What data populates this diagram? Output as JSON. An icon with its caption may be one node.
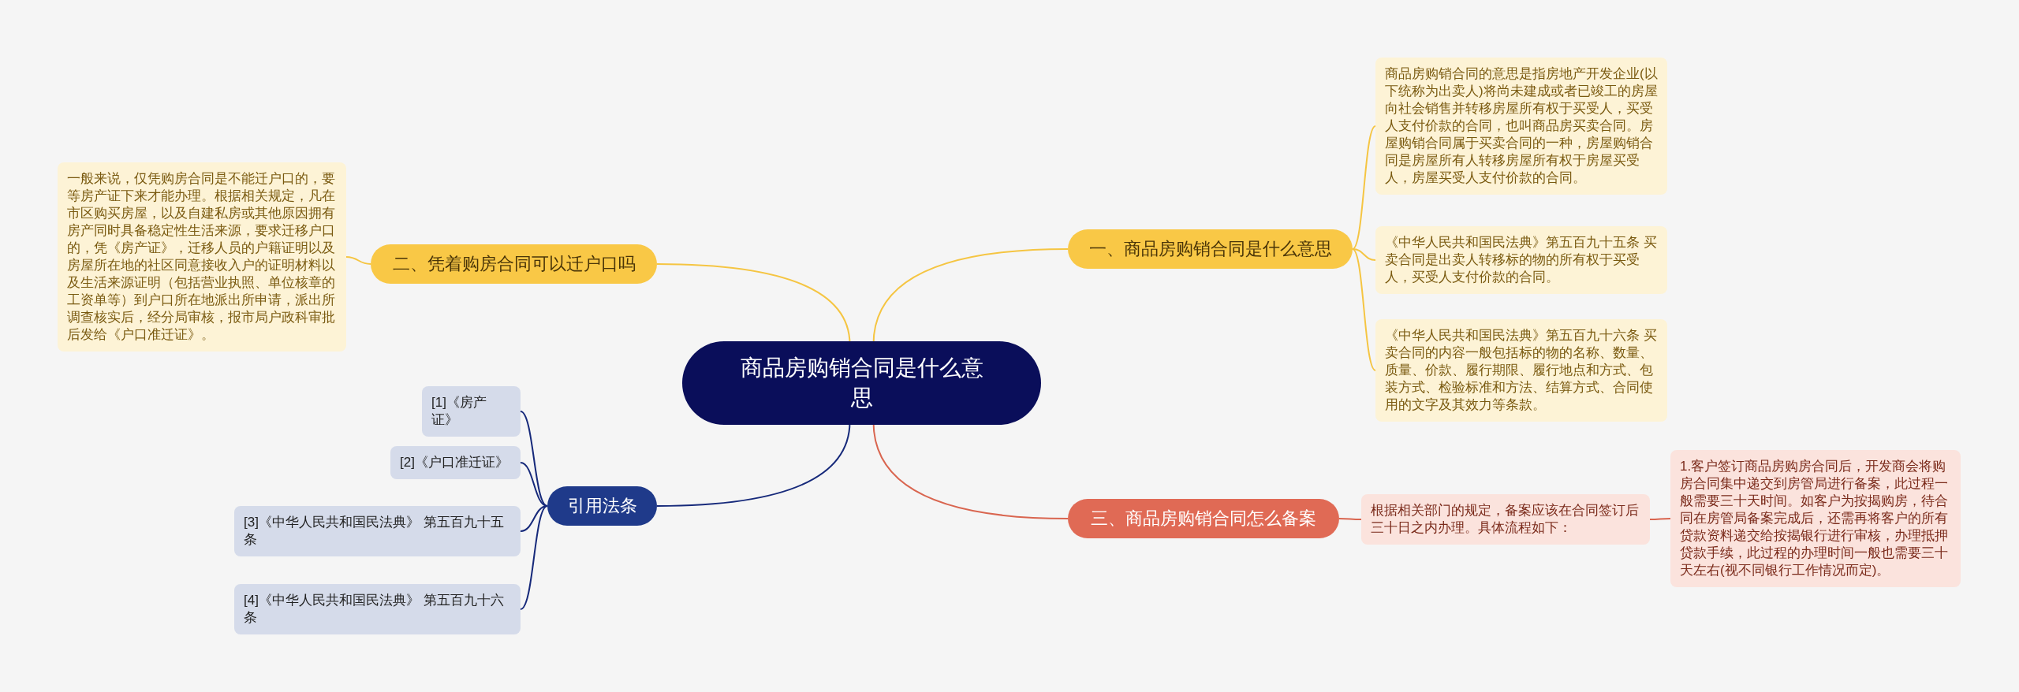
{
  "diagram": {
    "nodes": [
      {
        "text": [
          "商品房购销合同是什么意思"
        ]
      },
      {
        "text": [
          "二、凭着购房合同可以迁户口吗"
        ]
      },
      {
        "text": [
          "一般来说，仅凭购房合同是不能迁户口的，要等房产证下来才能办理。根据相关规定，凡在市区购买房屋，以及自建私房或其他原因拥有房产同时具备稳定性生活来源，要求迁移户口的，凭《房产证》，迁移人员的户籍证明以及房屋所在地的社区同意接收入户的证明材料以及生活来源证明（包括营业执照、单位核章的工资单等）到户口所在地派出所申请，派出所调查核实后，经分局审核，报市局户政科审批后发给《户口准迁证》。"
        ]
      },
      {
        "text": [
          "一、商品房购销合同是什么意思"
        ]
      },
      {
        "text": [
          "商品房购销合同的意思是指房地产开发企业(以下统称为出卖人)将尚未建成或者已竣工的房屋向社会销售并转移房屋所有权于买受人，买受人支付价款的合同，也叫商品房买卖合同。房屋购销合同属于买卖合同的一种，房屋购销合同是房屋所有人转移房屋所有权于房屋买受人，房屋买受人支付价款的合同。"
        ]
      },
      {
        "text": [
          "《中华人民共和国民法典》第五百九十五条 买卖合同是出卖人转移标的物的所有权于买受人，买受人支付价款的合同。"
        ]
      },
      {
        "text": [
          "《中华人民共和国民法典》第五百九十六条 买卖合同的内容一般包括标的物的名称、数量、质量、价款、履行期限、履行地点和方式、包装方式、检验标准和方法、结算方式、合同使用的文字及其效力等条款。"
        ]
      },
      {
        "text": [
          "引用法条"
        ]
      },
      {
        "text": [
          "[1]《房产证》"
        ]
      },
      {
        "text": [
          "[2]《户口准迁证》"
        ]
      },
      {
        "text": [
          "[3]《中华人民共和国民法典》 第五百九十五条"
        ]
      },
      {
        "text": [
          "[4]《中华人民共和国民法典》 第五百九十六条"
        ]
      },
      {
        "text": [
          "三、商品房购销合同怎么备案"
        ]
      },
      {
        "text": [
          "根据相关部门的规定，备案应该在合同签订后三十日之内办理。具体流程如下："
        ]
      },
      {
        "text": [
          "1.客户签订商品房购房合同后，开发商会将购房合同集中递交到房管局进行备案，此过程一般需要三十天时间。如客户为按揭购房，待合同在房管局备案完成后，还需再将客户的所有贷款资料递交给按揭银行进行审核，办理抵押贷款手续，此过程的办理时间一般也需要三十天左右(视不同银行工作情况而定)。"
        ]
      }
    ],
    "edges": [
      {
        "from": 0,
        "to": 1,
        "arrow": "none"
      },
      {
        "from": 1,
        "to": 2,
        "arrow": "none"
      },
      {
        "from": 0,
        "to": 3,
        "arrow": "none"
      },
      {
        "from": 3,
        "to": 4,
        "arrow": "none"
      },
      {
        "from": 3,
        "to": 5,
        "arrow": "none"
      },
      {
        "from": 3,
        "to": 6,
        "arrow": "none"
      },
      {
        "from": 0,
        "to": 7,
        "arrow": "none",
        "color": "#16297a"
      },
      {
        "from": 7,
        "to": 8,
        "arrow": "none",
        "color": "#16297a"
      },
      {
        "from": 7,
        "to": 9,
        "arrow": "none",
        "color": "#16297a"
      },
      {
        "from": 7,
        "to": 10,
        "arrow": "none",
        "color": "#16297a"
      },
      {
        "from": 7,
        "to": 11,
        "arrow": "none",
        "color": "#16297a"
      },
      {
        "from": 0,
        "to": 12,
        "arrow": "none",
        "color": "#d9654f"
      },
      {
        "from": 12,
        "to": 13,
        "arrow": "none",
        "color": "#d9654f"
      },
      {
        "from": 13,
        "to": 14,
        "arrow": "none",
        "color": "#d9654f"
      }
    ]
  }
}
